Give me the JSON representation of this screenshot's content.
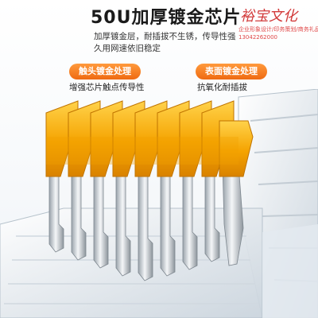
{
  "headline": "50U加厚镀金芯片",
  "description": {
    "line1": "加厚镀金层，耐插拔不生锈，传导性强",
    "line2": "久用网速依旧稳定"
  },
  "features": [
    {
      "label": "触头镀金处理",
      "subtitle": "增强芯片触点传导性"
    },
    {
      "label": "表面镀金处理",
      "subtitle": "抗氧化耐插拔"
    }
  ],
  "watermark": {
    "name": "裕宝文化",
    "line1": "企业形象设计/印务策划/商务礼品",
    "phone": "13042262000"
  },
  "colors": {
    "accent": "#f07a1a",
    "gold": "#f5a300",
    "watermark": "#d23a3a"
  }
}
